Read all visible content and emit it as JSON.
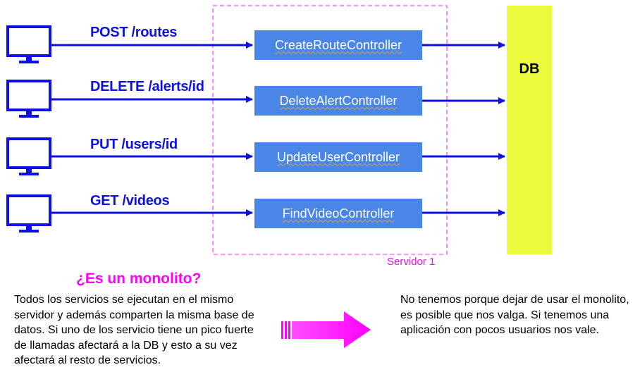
{
  "requests": [
    {
      "label": "POST /routes",
      "controller": "CreateRouteController"
    },
    {
      "label": "DELETE /alerts/id",
      "controller": "DeleteAlertController"
    },
    {
      "label": "PUT /users/id",
      "controller": "UpdateUserController"
    },
    {
      "label": "GET /videos",
      "controller": "FindVideoController"
    }
  ],
  "server_label": "Servidor 1",
  "db_label": "DB",
  "question": "¿Es un monolito?",
  "left_text": "Todos los servicios se ejecutan en el mismo servidor y además comparten la misma base de datos. Si uno de los servicio tiene un pico fuerte de llamadas afectará a la DB y esto a su vez afectará al resto de  servicios.",
  "right_text": "No tenemos porque dejar de usar el monolito, es posible que nos valga. Si tenemos una aplicación con pocos usuarios nos vale.",
  "colors": {
    "arrow": "#0d10e6",
    "controller_box": "#4a86e8",
    "db": "#ecfa3c",
    "accent": "#ff00ff"
  },
  "icons": [
    "monitor-icon",
    "magenta-arrow-icon"
  ]
}
